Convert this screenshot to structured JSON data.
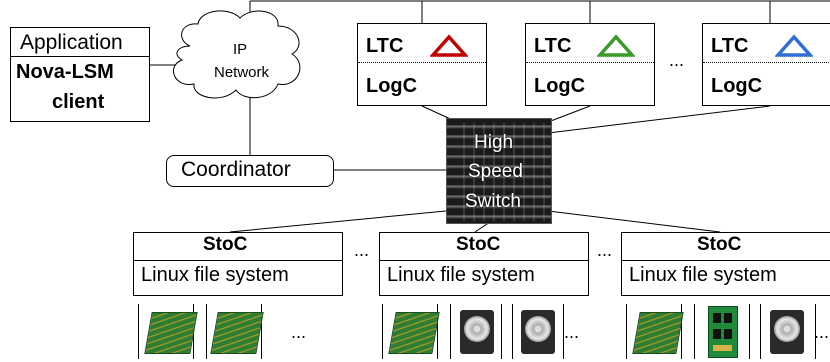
{
  "client": {
    "top_label": "Application",
    "bottom_label_1": "Nova-LSM",
    "bottom_label_2": "client"
  },
  "network": {
    "label_1": "IP",
    "label_2": "Network"
  },
  "coordinator": {
    "label": "Coordinator"
  },
  "switch": {
    "label_1": "High",
    "label_2": "Speed",
    "label_3": "Switch"
  },
  "ltcs": [
    {
      "title": "LTC",
      "sub": "LogC",
      "color": "#c00000"
    },
    {
      "title": "LTC",
      "sub": "LogC",
      "color": "#3a9a2a"
    },
    {
      "title": "LTC",
      "sub": "LogC",
      "color": "#2f6fd6"
    }
  ],
  "stocs": [
    {
      "title": "StoC",
      "sub": "Linux file system"
    },
    {
      "title": "StoC",
      "sub": "Linux file system"
    },
    {
      "title": "StoC",
      "sub": "Linux file system"
    }
  ],
  "ellipsis": "..."
}
